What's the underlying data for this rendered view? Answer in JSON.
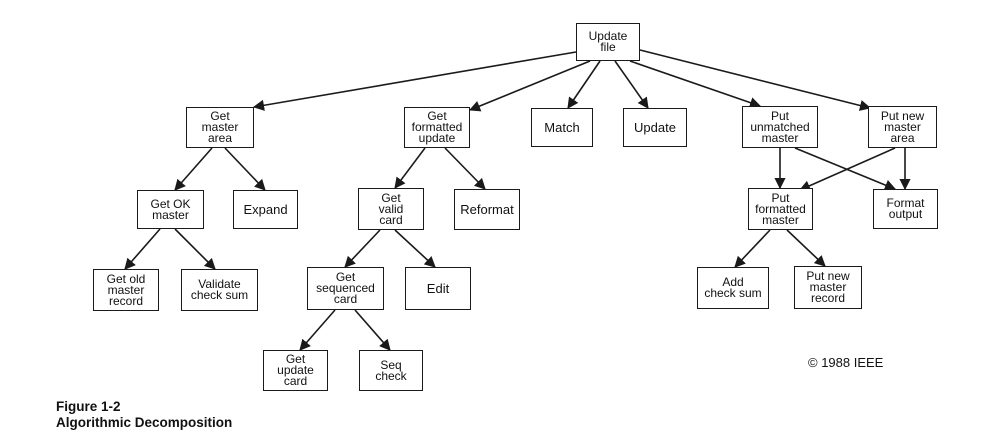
{
  "nodes": {
    "update_file": "Update\nfile",
    "get_master_area": "Get\nmaster\narea",
    "get_formatted_update": "Get\nformatted\nupdate",
    "match": "Match",
    "update": "Update",
    "put_unmatched_master": "Put\nunmatched\nmaster",
    "put_new_master_area": "Put new\nmaster\narea",
    "get_ok_master": "Get OK\nmaster",
    "expand": "Expand",
    "get_valid_card": "Get\nvalid\ncard",
    "reformat": "Reformat",
    "put_formatted_master": "Put\nformatted\nmaster",
    "format_output": "Format\noutput",
    "get_old_master_record": "Get old\nmaster\nrecord",
    "validate_check_sum": "Validate\ncheck sum",
    "get_sequenced_card": "Get\nsequenced\ncard",
    "edit": "Edit",
    "add_check_sum": "Add\ncheck sum",
    "put_new_master_record": "Put new\nmaster\nrecord",
    "get_update_card": "Get\nupdate\ncard",
    "seq_check": "Seq\ncheck"
  },
  "copyright": "© 1988 IEEE",
  "caption": {
    "figure": "Figure 1-2",
    "title": "Algorithmic Decomposition"
  },
  "colors": {
    "line": "#1a1a1a",
    "text": "#111111"
  }
}
